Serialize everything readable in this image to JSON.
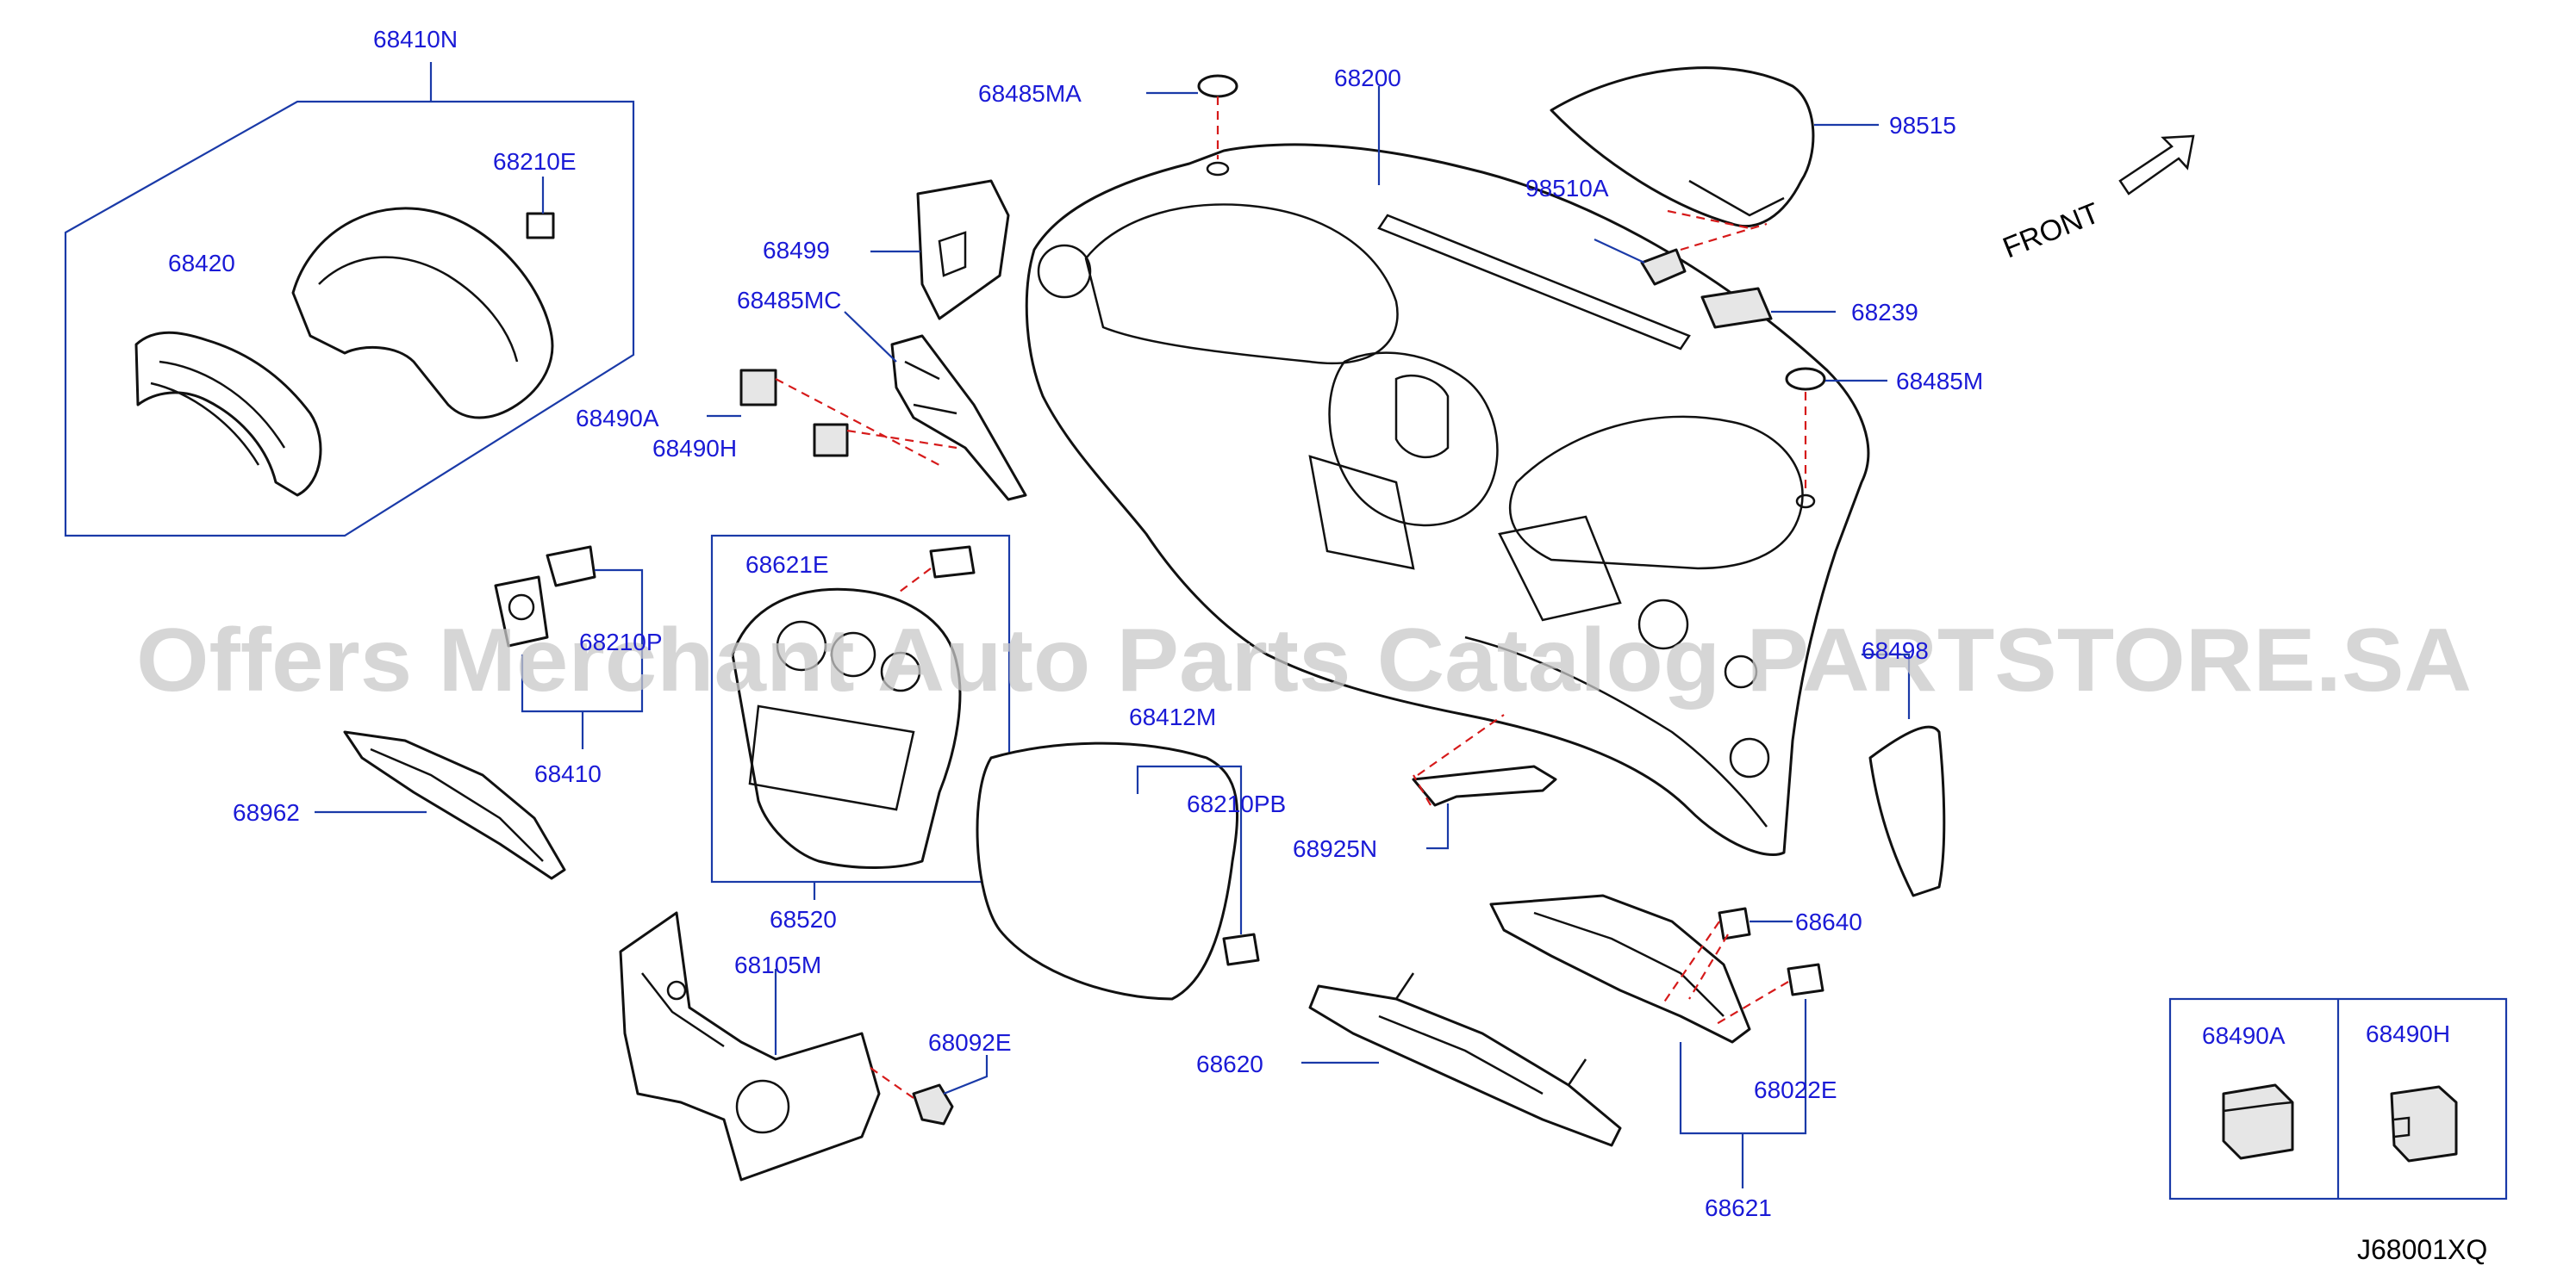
{
  "diagram": {
    "diagram_code": "J68001XQ",
    "front_label": "FRONT",
    "watermark": "Offers Merchant Auto Parts Catalog PARTSTORE.SA",
    "parts": {
      "p68410N": "68410N",
      "p68210E": "68210E",
      "p68420": "68420",
      "p68490A": "68490A",
      "p68499": "68499",
      "p68485MC": "68485MC",
      "p68490H": "68490H",
      "p68485MA": "68485MA",
      "p68200": "68200",
      "p98515": "98515",
      "p98510A": "98510A",
      "p68239": "68239",
      "p68485M": "68485M",
      "p68621E": "68621E",
      "p68210P": "68210P",
      "p68410": "68410",
      "p68962": "68962",
      "p68520": "68520",
      "p68412M": "68412M",
      "p68210PB": "68210PB",
      "p68925N": "68925N",
      "p68498": "68498",
      "p68640": "68640",
      "p68105M": "68105M",
      "p68092E": "68092E",
      "p68620": "68620",
      "p68022E": "68022E",
      "p68621": "68621"
    },
    "inset": {
      "left_label": "68490A",
      "right_label": "68490H"
    }
  }
}
